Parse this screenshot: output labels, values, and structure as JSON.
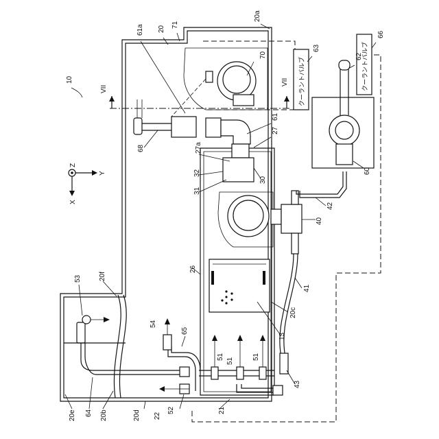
{
  "figure_number": "10",
  "section_marks": [
    "VII",
    "VII"
  ],
  "axes": {
    "z": "Z",
    "y": "Y",
    "x": "X"
  },
  "valve_labels": [
    "クーラントバルブ",
    "クーラントバルブ"
  ],
  "reference_numerals": {
    "n20": "20",
    "n20a": "20a",
    "n71": "71",
    "n61a": "61a",
    "n70": "70",
    "n63": "63",
    "n62": "62",
    "n66": "66",
    "n61": "61",
    "n27": "27",
    "n27a": "27a",
    "n68": "68",
    "n32": "32",
    "n30": "30",
    "n31": "31",
    "n40": "40",
    "n42": "42",
    "n60": "60",
    "n26": "26",
    "n41": "41",
    "n20c": "20c",
    "n13": "13",
    "n53": "53",
    "n20f": "20f",
    "n54": "54",
    "n65": "65",
    "n51a": "51",
    "n51b": "51",
    "n51c": "51",
    "n43": "43",
    "n21": "21",
    "n52": "52",
    "n22": "22",
    "n20d": "20d",
    "n20b": "20b",
    "n64": "64",
    "n20e": "20e"
  }
}
